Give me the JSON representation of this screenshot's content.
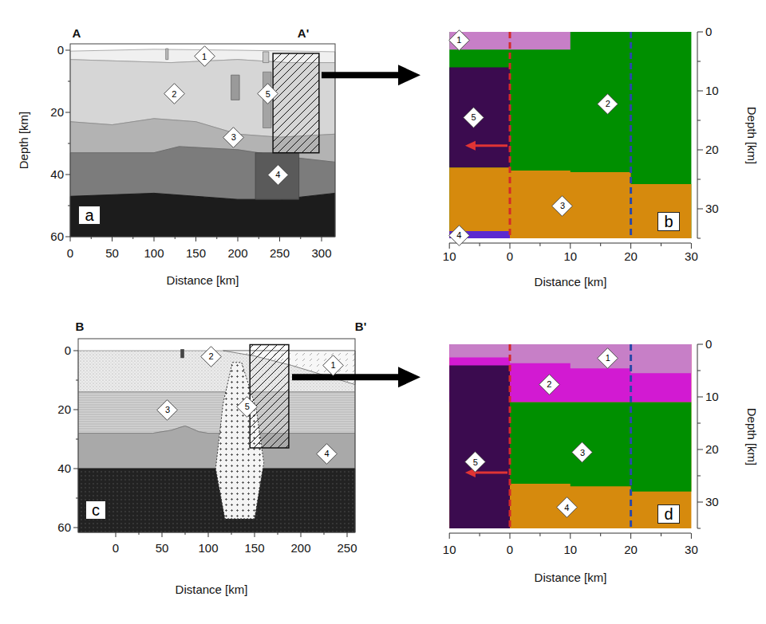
{
  "diagram": {
    "nodes": [
      {
        "text": [
          "1"
        ]
      },
      {
        "text": [
          "2"
        ]
      },
      {
        "text": [
          "5"
        ]
      },
      {
        "text": [
          "3"
        ]
      },
      {
        "text": [
          "4"
        ]
      },
      {
        "text": [
          "a"
        ]
      },
      {
        "text": [
          "1"
        ]
      },
      {
        "text": [
          "5"
        ]
      },
      {
        "text": [
          "2"
        ]
      },
      {
        "text": [
          "3"
        ]
      },
      {
        "text": [
          "4"
        ]
      },
      {
        "text": [
          "b"
        ]
      },
      {
        "text": [
          "2"
        ]
      },
      {
        "text": [
          "1"
        ]
      },
      {
        "text": [
          "3"
        ]
      },
      {
        "text": [
          "5"
        ]
      },
      {
        "text": [
          "4"
        ]
      },
      {
        "text": [
          "c"
        ]
      },
      {
        "text": [
          "1"
        ]
      },
      {
        "text": [
          "2"
        ]
      },
      {
        "text": [
          "5"
        ]
      },
      {
        "text": [
          "3"
        ]
      },
      {
        "text": [
          "4"
        ]
      },
      {
        "text": [
          "d"
        ]
      }
    ],
    "labels": [
      "A",
      "A'",
      "0",
      "20",
      "40",
      "60",
      "Depth [km]",
      "0",
      "50",
      "100",
      "150",
      "200",
      "250",
      "300",
      "Distance [km]",
      "0",
      "10",
      "20",
      "30",
      "Depth [km]",
      "10",
      "0",
      "10",
      "20",
      "30",
      "Distance [km]",
      "B",
      "B'",
      "0",
      "20",
      "40",
      "60",
      "0",
      "50",
      "100",
      "150",
      "200",
      "250",
      "Distance [km]",
      "0",
      "10",
      "20",
      "30",
      "Depth [km]",
      "10",
      "0",
      "10",
      "20",
      "30",
      "Distance [km]"
    ]
  }
}
